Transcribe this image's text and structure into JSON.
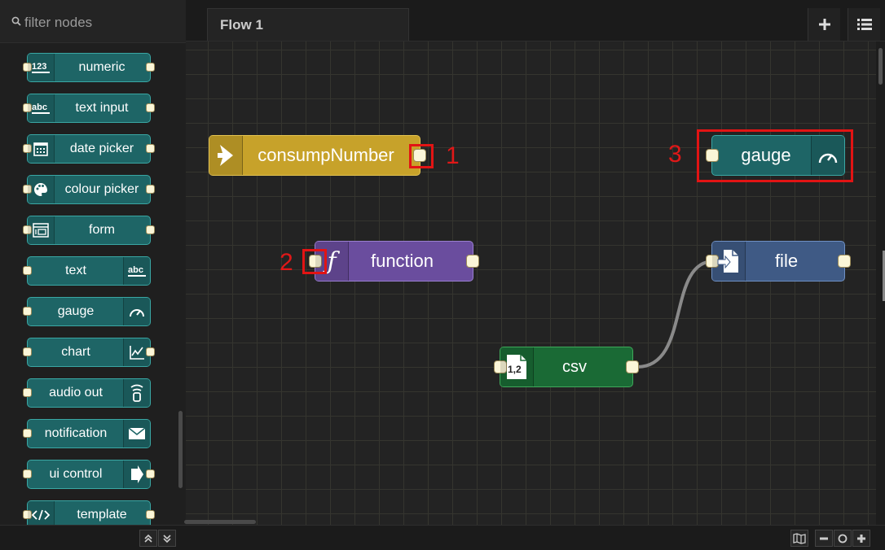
{
  "palette": {
    "filter_placeholder": "filter nodes",
    "nodes": [
      {
        "label": "numeric",
        "icon": "numeric-icon",
        "icon_text": "123"
      },
      {
        "label": "text input",
        "icon": "text-input-icon",
        "icon_text": "abc"
      },
      {
        "label": "date picker",
        "icon": "calendar-icon"
      },
      {
        "label": "colour picker",
        "icon": "palette-icon"
      },
      {
        "label": "form",
        "icon": "form-icon"
      },
      {
        "label": "text",
        "icon": "text-icon",
        "icon_text": "abc"
      },
      {
        "label": "gauge",
        "icon": "gauge-icon"
      },
      {
        "label": "chart",
        "icon": "chart-icon"
      },
      {
        "label": "audio out",
        "icon": "audio-icon"
      },
      {
        "label": "notification",
        "icon": "envelope-icon"
      },
      {
        "label": "ui control",
        "icon": "arrow-right-icon"
      },
      {
        "label": "template",
        "icon": "code-icon"
      }
    ]
  },
  "tabs": [
    {
      "label": "Flow 1"
    }
  ],
  "toolbar": {
    "add_icon": "plus-icon",
    "menu_icon": "list-icon"
  },
  "flow": {
    "nodes": [
      {
        "id": "consump",
        "label": "consumpNumber",
        "color": "#c7a22a"
      },
      {
        "id": "function",
        "label": "function",
        "icon_text": "ƒ",
        "color": "#6a4d9e"
      },
      {
        "id": "gauge",
        "label": "gauge",
        "color": "#1e6566"
      },
      {
        "id": "file",
        "label": "file",
        "color": "#3f5a85"
      },
      {
        "id": "csv",
        "label": "csv",
        "icon_text": "1,2",
        "color": "#1a6a35"
      }
    ],
    "wires": [
      {
        "from": "csv",
        "to": "file"
      }
    ]
  },
  "annotations": [
    {
      "label": "1"
    },
    {
      "label": "2"
    },
    {
      "label": "3"
    }
  ],
  "colors": {
    "annotation": "#e21414",
    "port_fill": "#fbf6d8",
    "grid": "#35352f"
  }
}
